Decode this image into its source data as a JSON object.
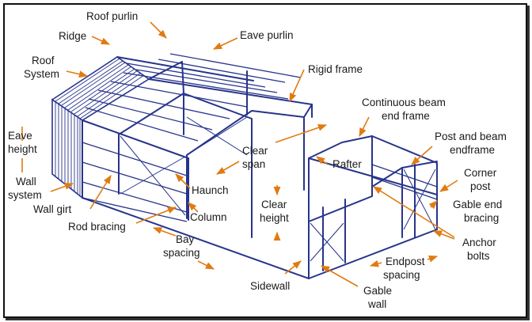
{
  "labels": {
    "roof_purlin": "Roof purlin",
    "ridge": "Ridge",
    "eave_purlin": "Eave purlin",
    "roof_system_1": "Roof",
    "roof_system_2": "System",
    "rigid_frame": "Rigid frame",
    "continuous_beam_1": "Continuous beam",
    "continuous_beam_2": "end frame",
    "eave_height_1": "Eave",
    "eave_height_2": "height",
    "post_beam_1": "Post and beam",
    "post_beam_2": "endframe",
    "clear_span_1": "Clear",
    "clear_span_2": "span",
    "rafter": "Rafter",
    "corner_post_1": "Corner",
    "corner_post_2": "post",
    "wall_system_1": "Wall",
    "wall_system_2": "system",
    "haunch": "Haunch",
    "wall_girt": "Wall girt",
    "clear_height_1": "Clear",
    "clear_height_2": "height",
    "gable_bracing_1": "Gable end",
    "gable_bracing_2": "bracing",
    "column": "Column",
    "rod_bracing": "Rod bracing",
    "anchor_bolts_1": "Anchor",
    "anchor_bolts_2": "bolts",
    "bay_spacing_1": "Bay",
    "bay_spacing_2": "spacing",
    "endpost_spacing_1": "Endpost",
    "endpost_spacing_2": "spacing",
    "sidewall": "Sidewall",
    "gable_wall_1": "Gable",
    "gable_wall_2": "wall"
  },
  "colors": {
    "structure": "#27348b",
    "leader_arrow": "#e07b12",
    "text": "#1a1a1a"
  }
}
